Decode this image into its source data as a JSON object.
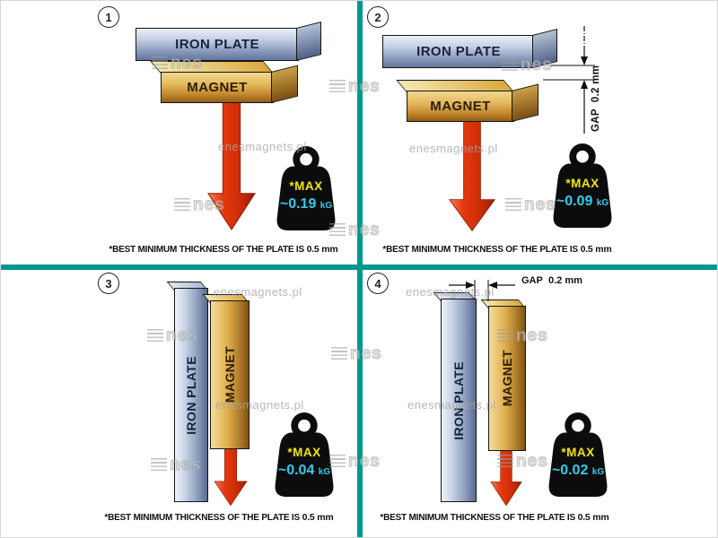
{
  "page": {
    "divider_color": "#00978d",
    "background": "#ffffff"
  },
  "watermarks": {
    "site": "enesmagnets.pl",
    "logo": "nes"
  },
  "panels": [
    {
      "number": "1",
      "plate_label": "IRON PLATE",
      "magnet_label": "MAGNET",
      "weight": {
        "max_label": "*MAX",
        "value": "~0.19",
        "unit": "kG"
      },
      "caption": {
        "text": "*BEST MINIMUM THICKNESS OF THE PLATE IS",
        "bold": "0.5 mm"
      }
    },
    {
      "number": "2",
      "plate_label": "IRON PLATE",
      "magnet_label": "MAGNET",
      "gap": {
        "label": "GAP",
        "value": "0.2 mm"
      },
      "weight": {
        "max_label": "*MAX",
        "value": "~0.09",
        "unit": "kG"
      },
      "caption": {
        "text": "*BEST MINIMUM THICKNESS OF THE PLATE IS",
        "bold": "0.5 mm"
      }
    },
    {
      "number": "3",
      "plate_label": "IRON PLATE",
      "magnet_label": "MAGNET",
      "weight": {
        "max_label": "*MAX",
        "value": "~0.04",
        "unit": "kG"
      },
      "caption": {
        "text": "*BEST MINIMUM THICKNESS OF THE PLATE IS",
        "bold": "0.5 mm"
      }
    },
    {
      "number": "4",
      "plate_label": "IRON PLATE",
      "magnet_label": "MAGNET",
      "gap": {
        "label": "GAP",
        "value": "0.2 mm"
      },
      "weight": {
        "max_label": "*MAX",
        "value": "~0.02",
        "unit": "kG"
      },
      "caption": {
        "text": "*BEST MINIMUM THICKNESS OF THE PLATE IS",
        "bold": "0.5 mm"
      }
    }
  ]
}
